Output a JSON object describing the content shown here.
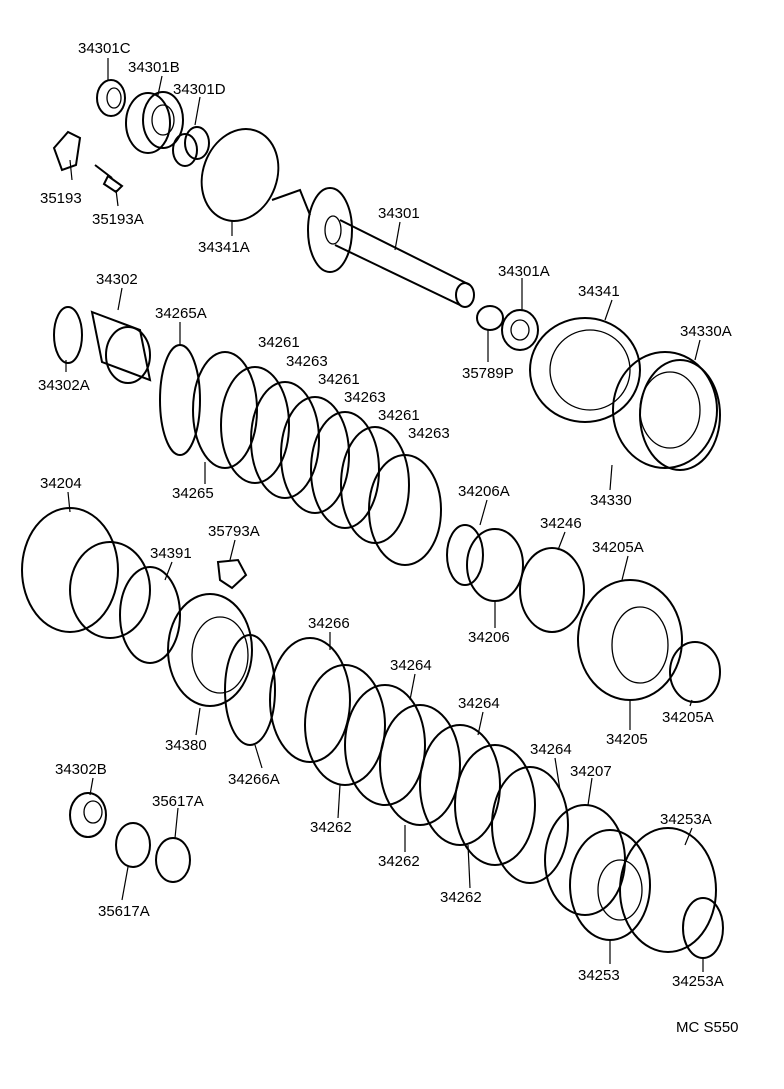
{
  "diagram": {
    "footer_code": "MC S550",
    "labels": [
      "34301C",
      "34301B",
      "34301D",
      "35193",
      "35193A",
      "34341A",
      "34301",
      "34301A",
      "35789P",
      "34341",
      "34330A",
      "34330",
      "34302",
      "34302A",
      "34265A",
      "34261",
      "34263",
      "34261",
      "34263",
      "34261",
      "34263",
      "34265",
      "34206A",
      "34246",
      "34205A",
      "34204",
      "35793A",
      "34391",
      "34380",
      "34266",
      "34264",
      "34264",
      "34264",
      "34207",
      "34206",
      "34205",
      "34205A",
      "34266A",
      "34262",
      "34262",
      "34262",
      "34302B",
      "35617A",
      "35617A",
      "34253A",
      "34253",
      "34253A"
    ]
  }
}
